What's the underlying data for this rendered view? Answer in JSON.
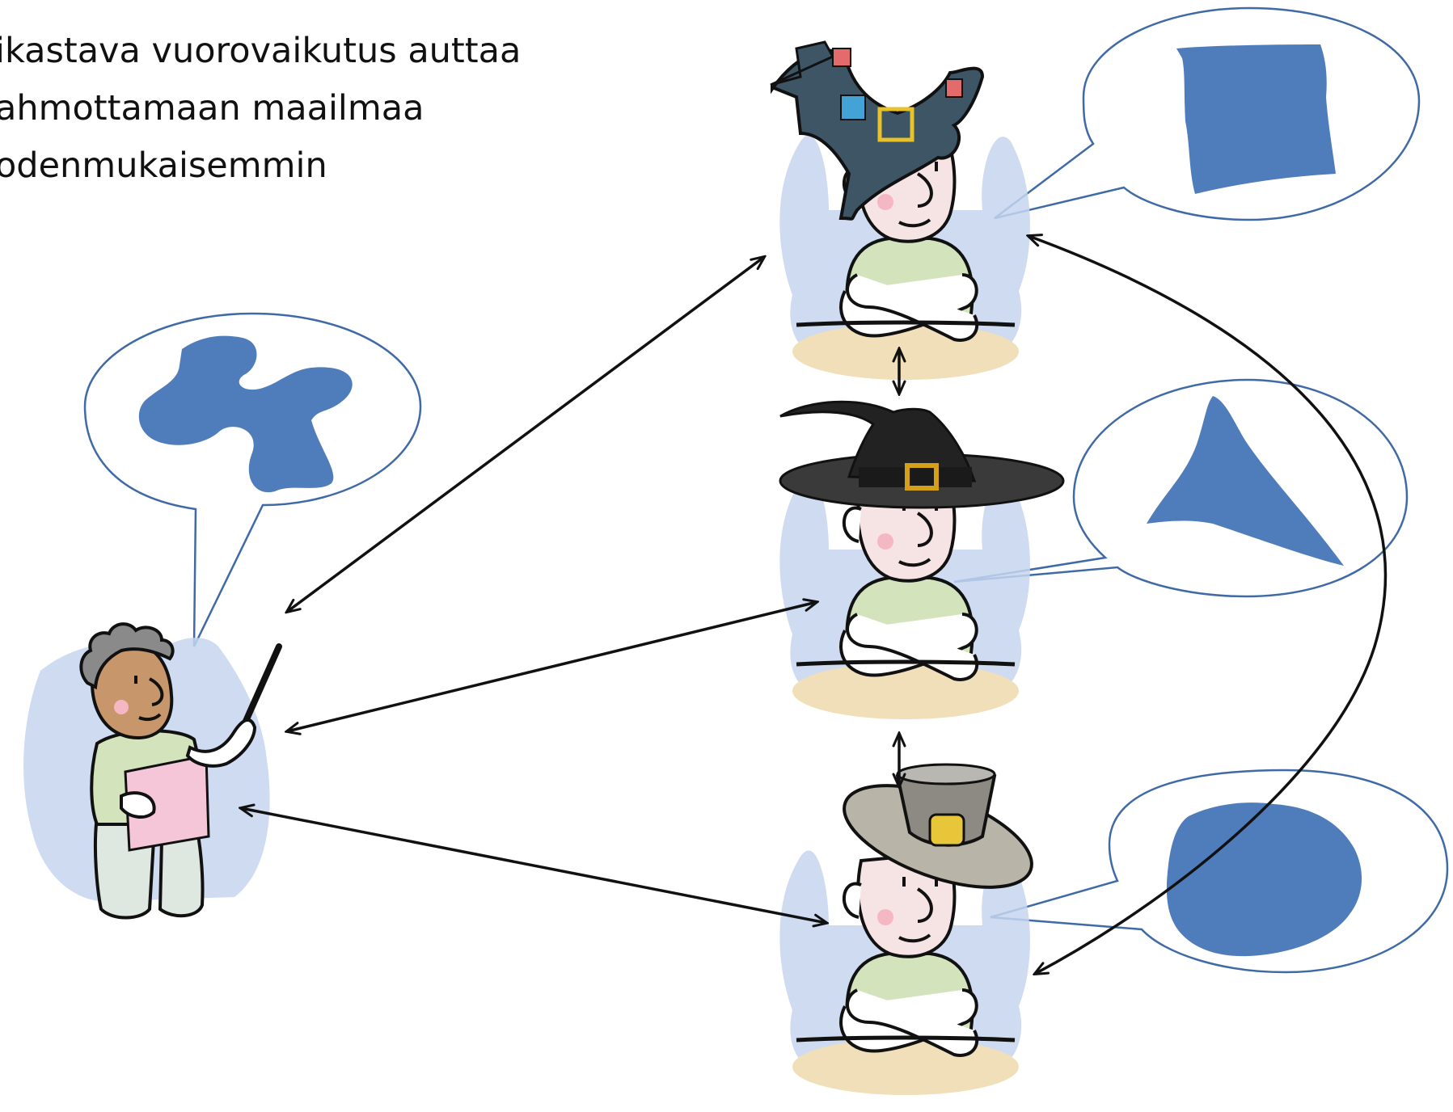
{
  "caption": {
    "lines": [
      "ikastava vuorovaikutus auttaa",
      "ahmottamaan maailmaa",
      "odenmukaisemmin"
    ]
  },
  "colors": {
    "shape_fill": "#4f7cba",
    "bubble_stroke": "#3f6aa6",
    "halo": "#c6d5ee",
    "desk": "#f0dfb8",
    "shirt": "#d3e3bc",
    "skin_teacher": "#c7966b",
    "skin_student": "#f6e3e3",
    "book": "#f5c6d8",
    "arrow": "#111111"
  },
  "figures": {
    "teacher": {
      "icon": "teacher-with-pointer-icon"
    },
    "students": [
      {
        "hat": "patched-wizard-hat-icon"
      },
      {
        "hat": "black-witch-hat-icon"
      },
      {
        "hat": "pilgrim-hat-icon"
      }
    ]
  },
  "thought_shapes": [
    "irregular-blob-shape",
    "rounded-square-shape",
    "triangle-shape",
    "rounded-circle-shape"
  ]
}
